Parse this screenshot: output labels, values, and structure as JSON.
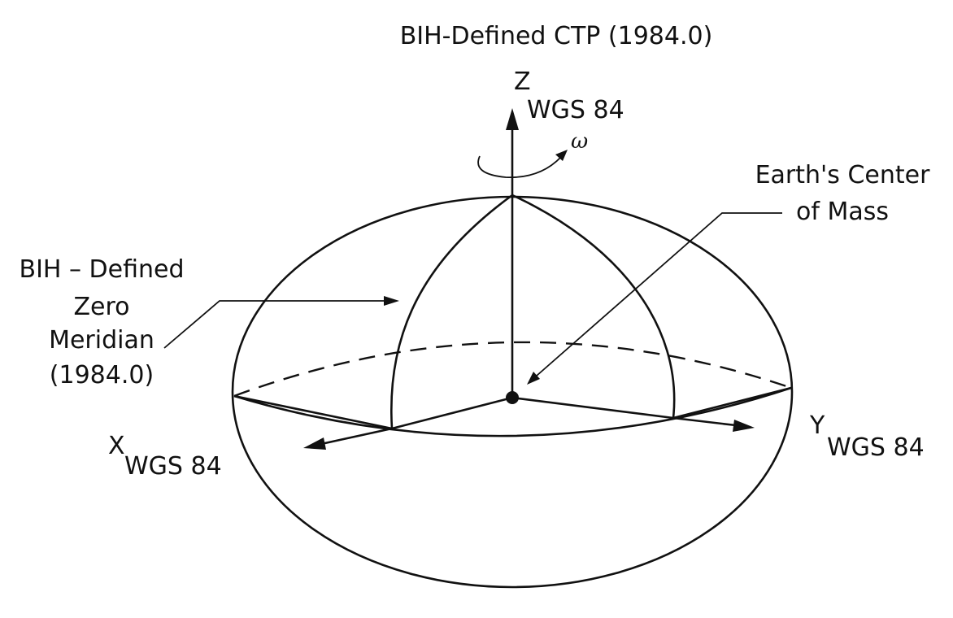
{
  "labels": {
    "ctp": "BIH-Defined CTP (1984.0)",
    "z_axis": "Z",
    "z_sub": "WGS 84",
    "omega": "ω",
    "center_line1": "Earth's Center",
    "center_line2": "of Mass",
    "meridian_line1": "BIH – Defined",
    "meridian_line2": "Zero",
    "meridian_line3": "Meridian",
    "meridian_line4": "(1984.0)",
    "x_axis": "X",
    "x_sub": "WGS 84",
    "y_axis": "Y",
    "y_sub": "WGS 84"
  }
}
